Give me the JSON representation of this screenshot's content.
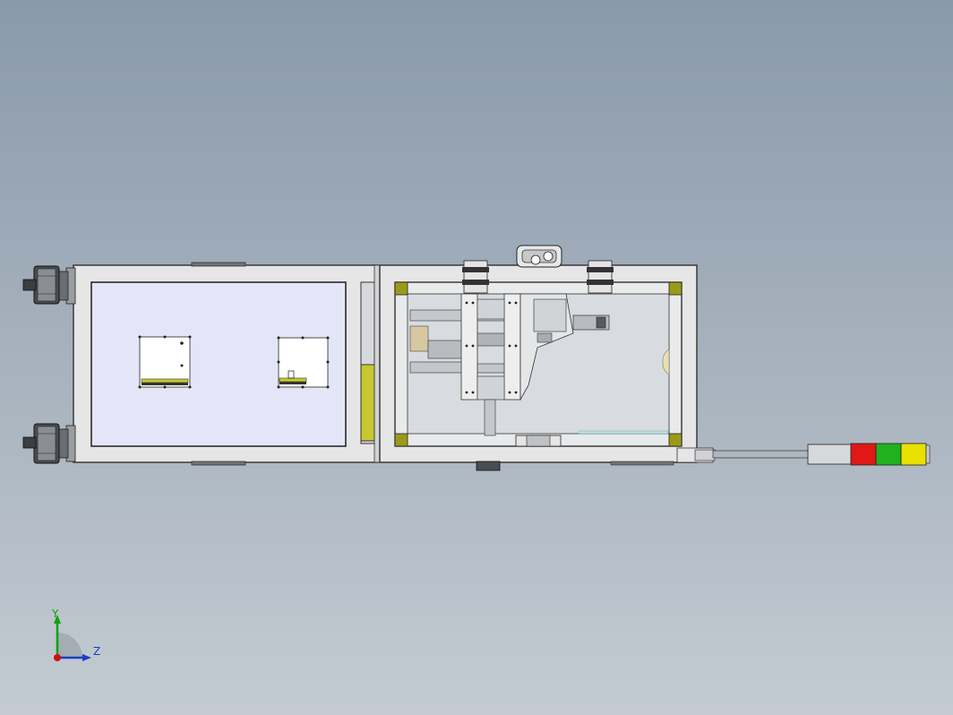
{
  "viewport": {
    "background_top": "#8a9aab",
    "background_bottom": "#c4cbd2"
  },
  "model": {
    "colors": {
      "frame_fill": "#e6e6e6",
      "frame_edge": "#3a3a3a",
      "panel_fill": "#e4e6f8",
      "window_fill": "#d8dce0",
      "accent_olive": "#9a9a1a",
      "yellow_strip": "#c8c830",
      "metal": "#c4c8cc",
      "dark_metal": "#555a5e"
    }
  },
  "signal_tower": {
    "lights": [
      {
        "name": "red",
        "color": "#e01818"
      },
      {
        "name": "green",
        "color": "#20b020"
      },
      {
        "name": "yellow",
        "color": "#e8e000"
      }
    ]
  },
  "triad": {
    "y_label": "Y",
    "z_label": "Z",
    "y_color": "#10a010",
    "z_color": "#1a3fc0",
    "x_color": "#d01010"
  }
}
